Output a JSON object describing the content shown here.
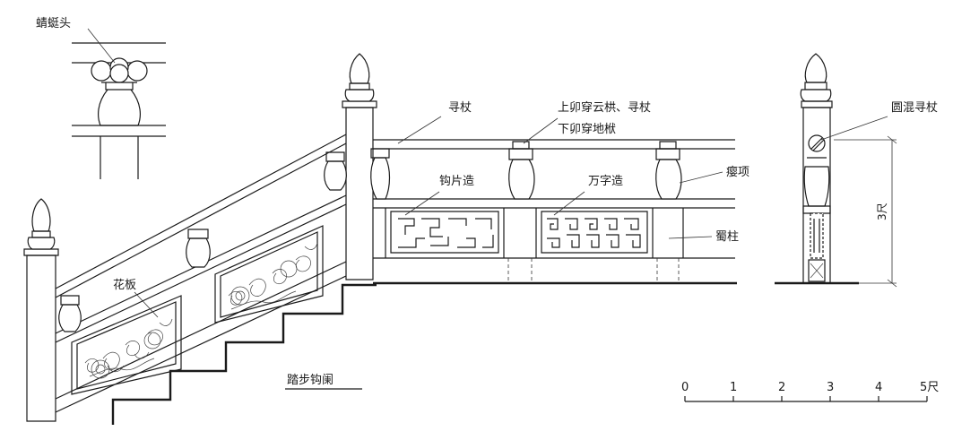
{
  "labels": {
    "qingting_tou": "蜻蜓头",
    "xunzhang": "寻杖",
    "shangmao": "上卯穿云栱、寻杖",
    "xiamao": "下卯穿地栿",
    "goupian": "钩片造",
    "wanzi": "万字造",
    "yingxiang": "瘿项",
    "shuzhu": "蜀柱",
    "huaban": "花板",
    "yuanhun": "圆混寻杖",
    "height": "3尺",
    "caption": "踏步钩阑"
  },
  "scale": {
    "ticks": [
      "0",
      "1",
      "2",
      "3",
      "4",
      "5尺"
    ]
  },
  "colors": {
    "line": "#1a1a1a",
    "background": "#ffffff"
  }
}
